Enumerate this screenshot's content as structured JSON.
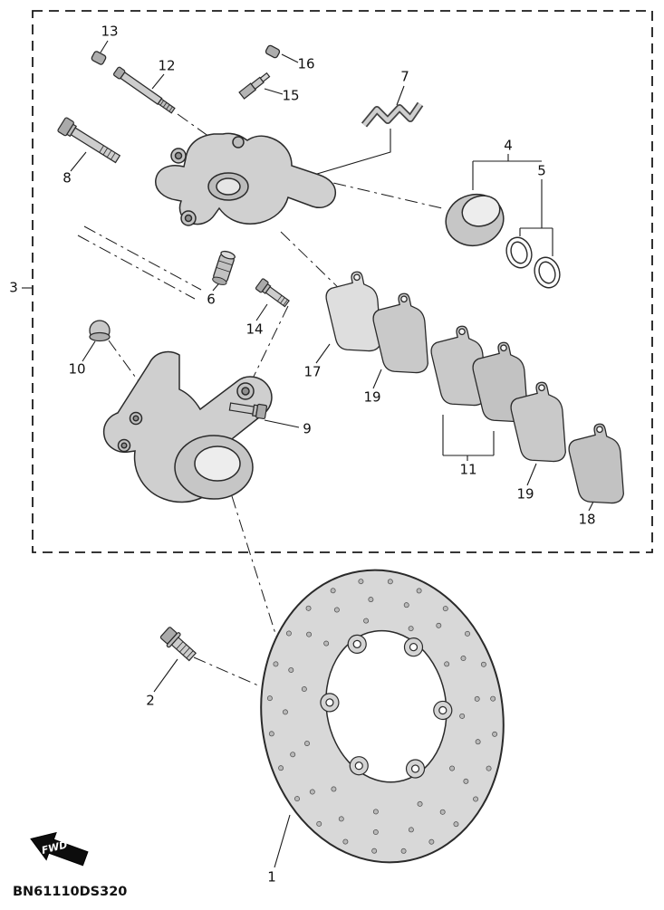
{
  "title_hint": "exploded-parts-diagram",
  "drawing_code": "BN61110DS320",
  "fwd_label": "FWD",
  "colors": {
    "background": "#ffffff",
    "line": "#1a1a1a",
    "part_fill_light": "#d8d8d8",
    "part_fill_mid": "#c6c6c6"
  },
  "callouts": [
    {
      "num": "13"
    },
    {
      "num": "12"
    },
    {
      "num": "16"
    },
    {
      "num": "15"
    },
    {
      "num": "7"
    },
    {
      "num": "8"
    },
    {
      "num": "4"
    },
    {
      "num": "5"
    },
    {
      "num": "3"
    },
    {
      "num": "6"
    },
    {
      "num": "14"
    },
    {
      "num": "10"
    },
    {
      "num": "17"
    },
    {
      "num": "19"
    },
    {
      "num": "9"
    },
    {
      "num": "11"
    },
    {
      "num": "19"
    },
    {
      "num": "18"
    },
    {
      "num": "2"
    },
    {
      "num": "1"
    }
  ]
}
